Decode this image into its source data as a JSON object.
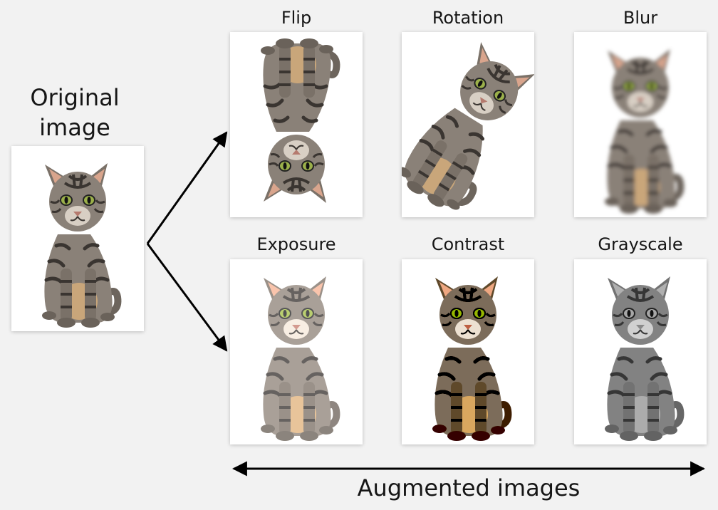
{
  "original": {
    "title": "Original image"
  },
  "augmentations": [
    {
      "id": "flip",
      "label": "Flip",
      "transform": "flip-vertical"
    },
    {
      "id": "rotation",
      "label": "Rotation",
      "transform": "rotate"
    },
    {
      "id": "blur",
      "label": "Blur",
      "transform": "blur"
    },
    {
      "id": "exposure",
      "label": "Exposure",
      "transform": "brighten"
    },
    {
      "id": "contrast",
      "label": "Contrast",
      "transform": "high-contrast"
    },
    {
      "id": "grayscale",
      "label": "Grayscale",
      "transform": "desaturate"
    }
  ],
  "caption": "Augmented images",
  "colors": {
    "background": "#f2f2f2",
    "card": "#ffffff",
    "text": "#161616",
    "arrow": "#000000",
    "cat_fur": "#8a8178",
    "cat_stripe": "#3a3531",
    "cat_belly": "#c9a67a",
    "cat_eye": "#9bb04a"
  }
}
